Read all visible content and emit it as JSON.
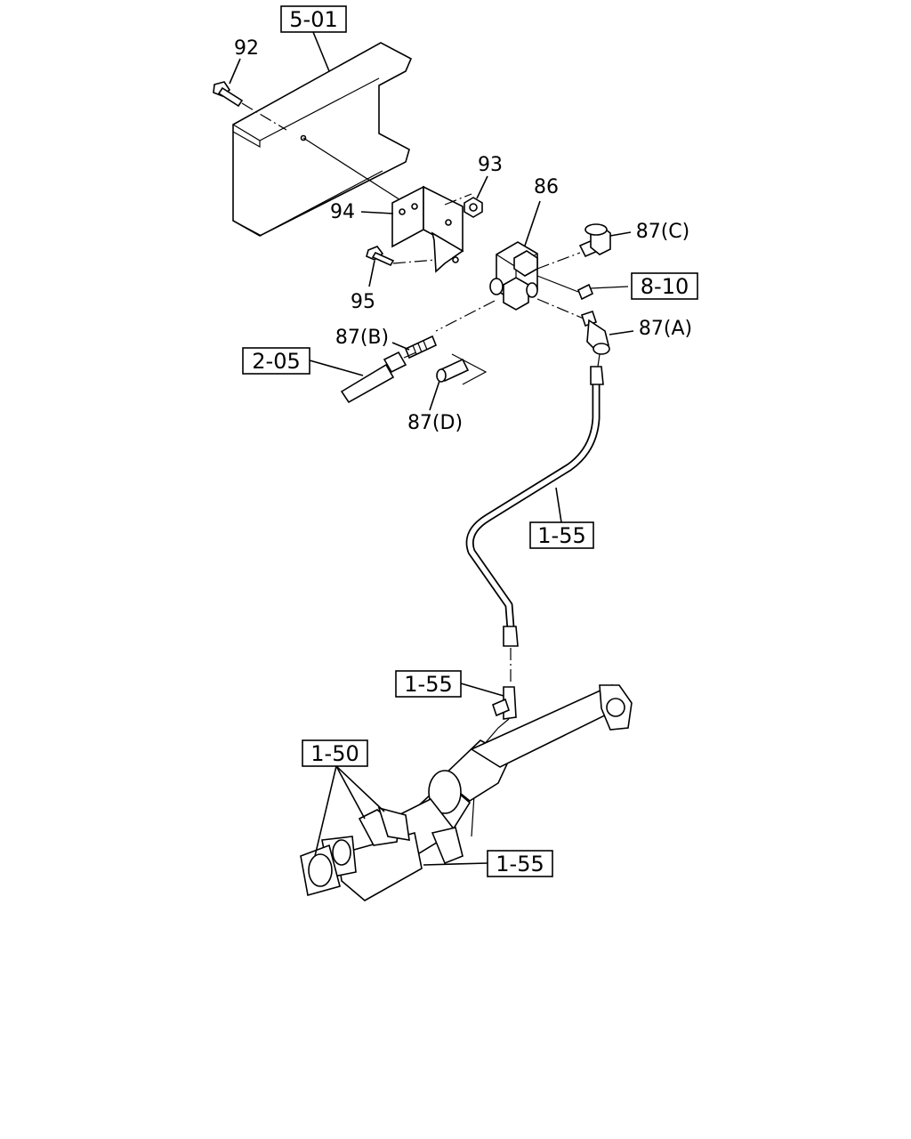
{
  "diagram": {
    "references": {
      "frame": "5-01",
      "harness": "8-10",
      "vacuum_hose": "2-05",
      "pipe_upper": "1-55",
      "pipe_joint": "1-55",
      "pipe_lower": "1-55",
      "exhaust": "1-50"
    },
    "callouts": {
      "p92": "92",
      "p93": "93",
      "p94": "94",
      "p95": "95",
      "p86": "86",
      "p87c": "87(C)",
      "p87a": "87(A)",
      "p87b": "87(B)",
      "p87d": "87(D)"
    }
  }
}
